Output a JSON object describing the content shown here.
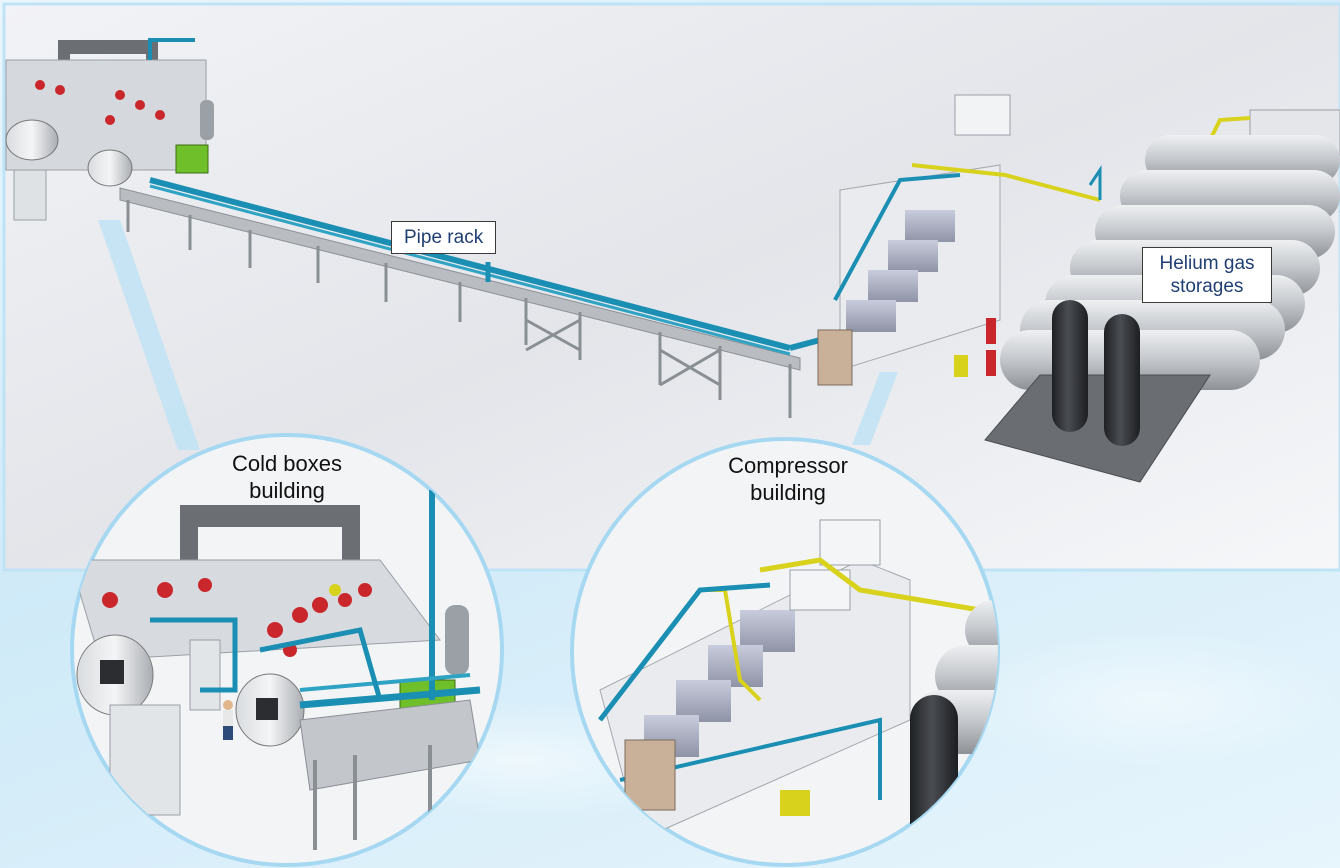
{
  "labels": {
    "pipe_rack": "Pipe rack",
    "helium_line1": "Helium gas",
    "helium_line2": "storages",
    "cold_line1": "Cold boxes",
    "cold_line2": "building",
    "comp_line1": "Compressor",
    "comp_line2": "building"
  },
  "colors": {
    "pipe_blue": "#1b8fb3",
    "pipe_yellow": "#d8d21c",
    "steel_grey": "#8a8f94",
    "tank_silver": "#c9ccd0",
    "dark_tank": "#2b2d30",
    "valve_red": "#c9272b",
    "motor_green": "#6fbf2a",
    "bubble_border": "#a7d8f2"
  },
  "icons": [
    "cold-box-vessel",
    "helium-tank",
    "vertical-tank",
    "compressor-skid",
    "worker-figure"
  ]
}
